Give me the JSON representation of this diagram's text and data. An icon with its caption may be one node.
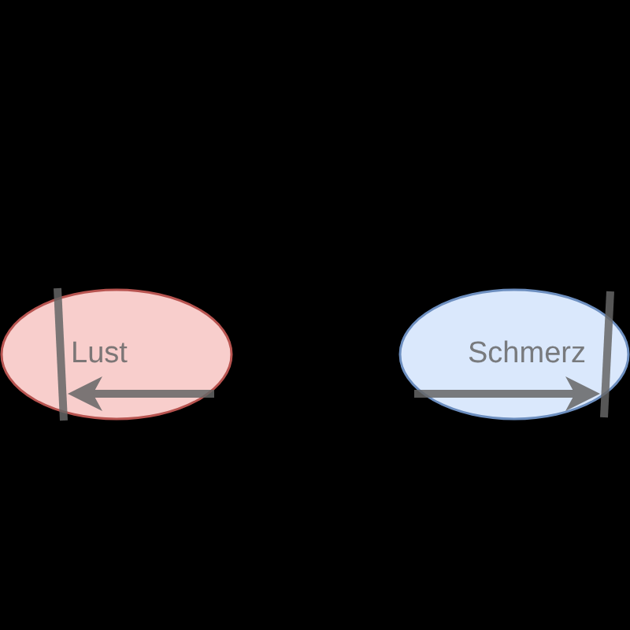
{
  "diagram": {
    "nodes": [
      {
        "text": [
          "Lust"
        ]
      },
      {
        "text": [],
        "shape": "bar",
        "in": 0
      },
      {
        "text": [
          "Schmerz"
        ]
      },
      {
        "text": [],
        "shape": "bar",
        "in": 2
      }
    ],
    "edges": [
      {
        "from": null,
        "to": 1,
        "arrow": "to"
      },
      {
        "from": null,
        "to": 3,
        "arrow": "to"
      }
    ]
  }
}
